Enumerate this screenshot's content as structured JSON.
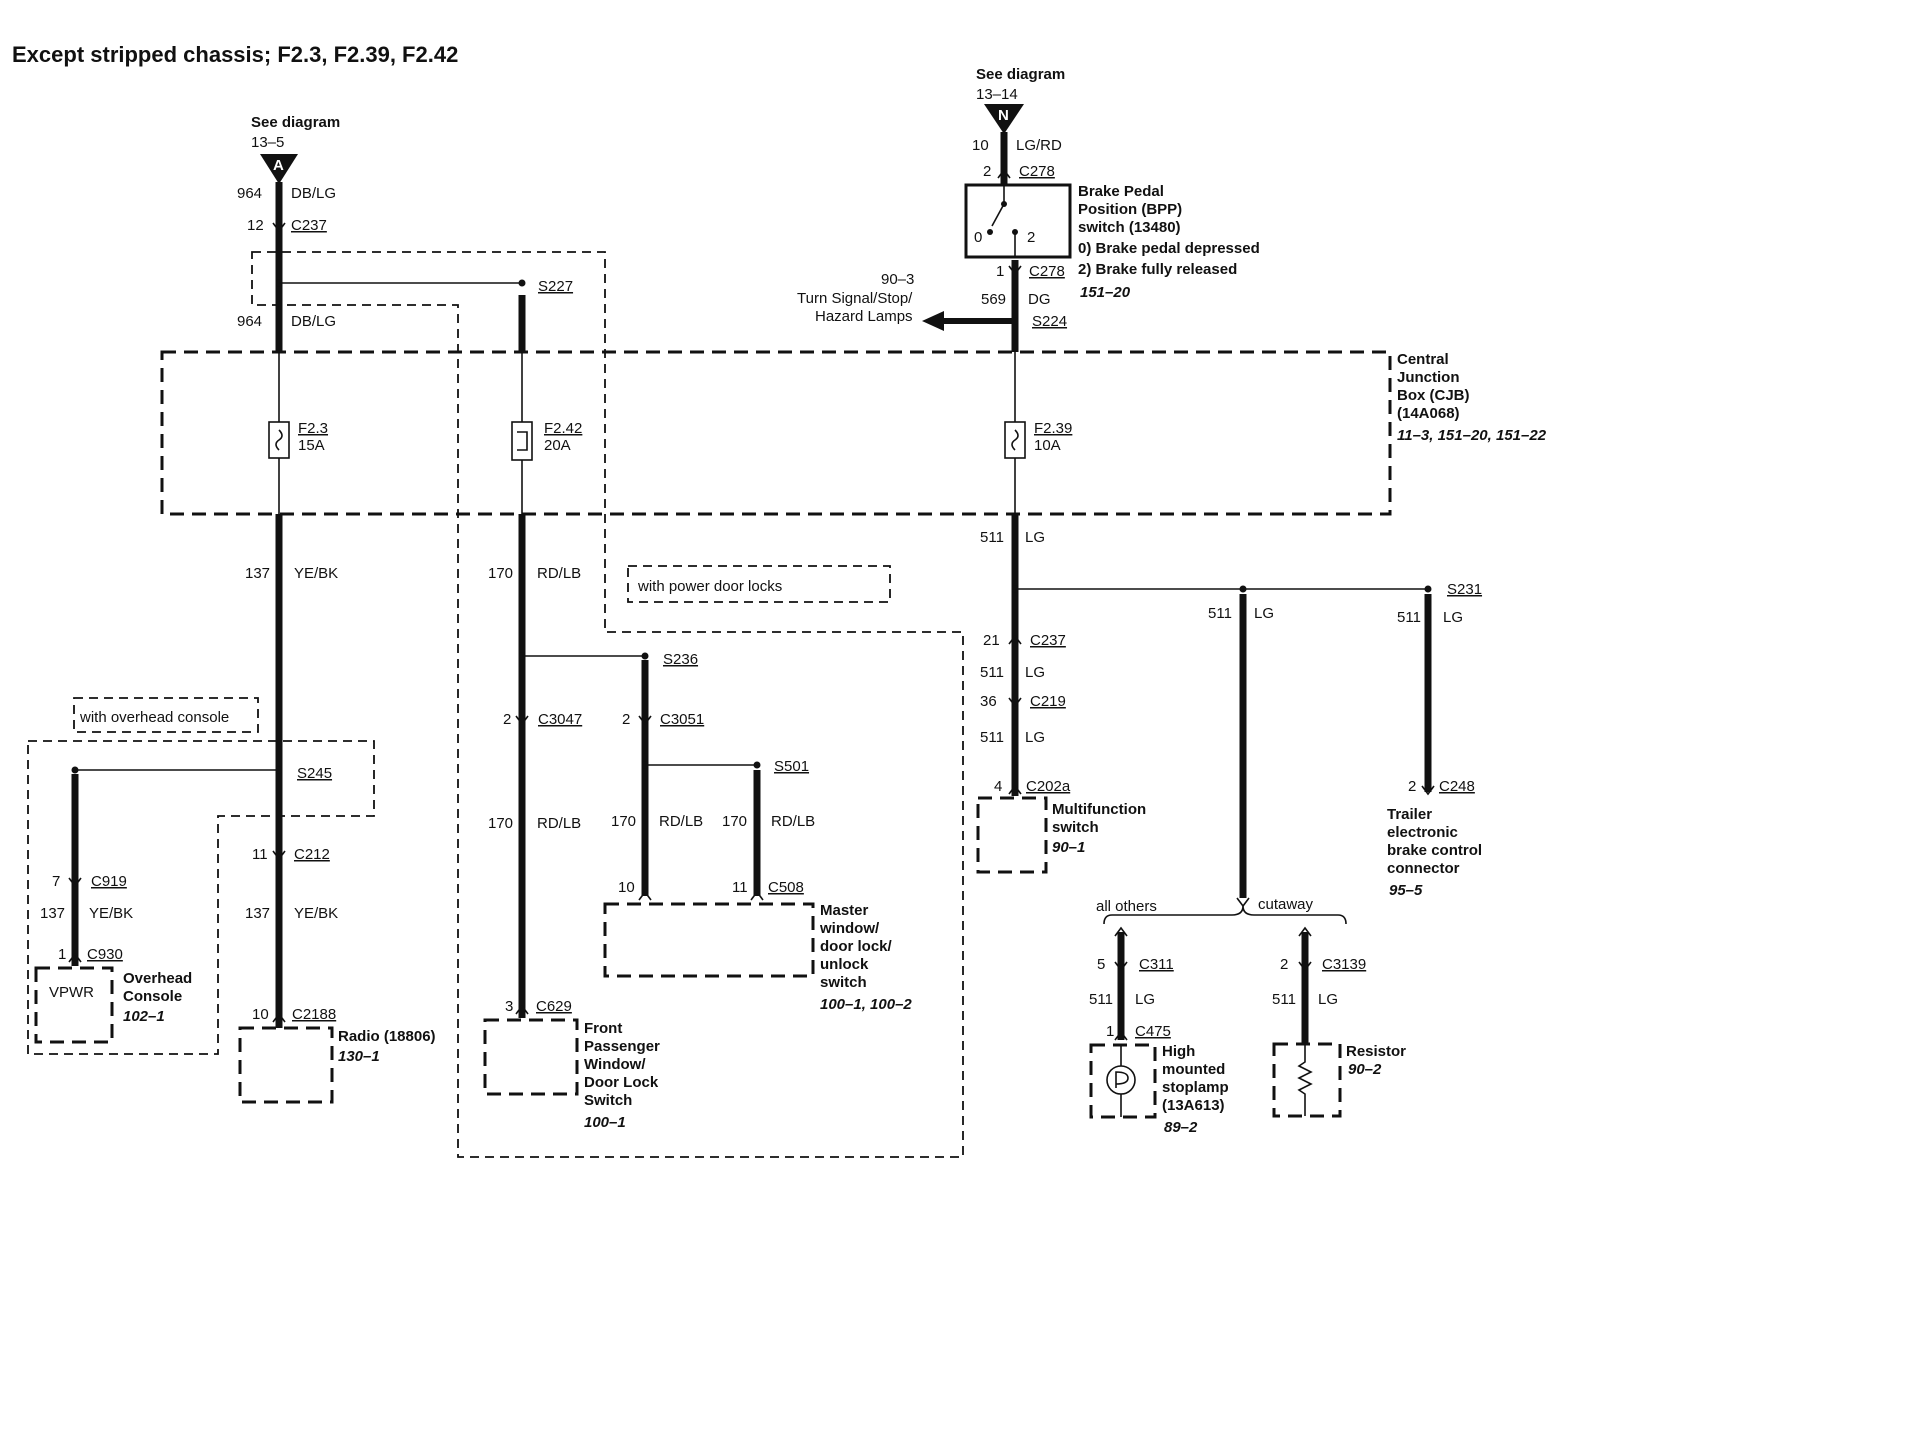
{
  "title": "Except stripped chassis; F2.3, F2.39, F2.42",
  "ref_a": {
    "see": "See diagram",
    "page": "13–5",
    "letter": "A"
  },
  "ref_n": {
    "see": "See diagram",
    "page": "13–14",
    "letter": "N"
  },
  "wire_labels": {
    "w964a_num": "964",
    "w964a_col": "DB/LG",
    "c237a_pin": "12",
    "c237a": "C237",
    "s227": "S227",
    "w964b_num": "964",
    "w964b_col": "DB/LG",
    "f23": "F2.3",
    "f23_a": "15A",
    "f242": "F2.42",
    "f242_a": "20A",
    "f239": "F2.39",
    "f239_a": "10A",
    "w137a_num": "137",
    "w137a_col": "YE/BK",
    "w170a_num": "170",
    "w170a_col": "RD/LB",
    "power_door_locks": "with power door locks",
    "overhead_console_opt": "with overhead console",
    "s245": "S245",
    "c919_pin": "7",
    "c919": "C919",
    "w137b_num": "137",
    "w137b_col": "YE/BK",
    "c930_pin": "1",
    "c930": "C930",
    "vpwr": "VPWR",
    "c212_pin": "11",
    "c212": "C212",
    "w137c_num": "137",
    "w137c_col": "YE/BK",
    "c2188_pin": "10",
    "c2188": "C2188",
    "s236": "S236",
    "c3047_pin": "2",
    "c3047": "C3047",
    "c3051_pin": "2",
    "c3051": "C3051",
    "s501": "S501",
    "w170b_num": "170",
    "w170b_col": "RD/LB",
    "w170c_num": "170",
    "w170c_col": "RD/LB",
    "w170d_num": "170",
    "w170d_col": "RD/LB",
    "c508_pin10": "10",
    "c508_pin11": "11",
    "c508": "C508",
    "c629_pin": "3",
    "c629": "C629",
    "w10_num": "10",
    "w10_col": "LG/RD",
    "c278a_pin": "2",
    "c278a": "C278",
    "bpp_pos0": "0",
    "bpp_pos2": "2",
    "c278b_pin": "1",
    "c278b": "C278",
    "w569_num": "569",
    "w569_col": "DG",
    "s224": "S224",
    "turn_ref": "90–3",
    "turn_l1": "Turn Signal/Stop/",
    "turn_l2": "Hazard Lamps",
    "w511a_num": "511",
    "w511a_col": "LG",
    "c237b_pin": "21",
    "c237b": "C237",
    "w511b_num": "511",
    "w511b_col": "LG",
    "c219_pin": "36",
    "c219": "C219",
    "w511c_num": "511",
    "w511c_col": "LG",
    "c202a_pin": "4",
    "c202a": "C202a",
    "w511d_num": "511",
    "w511d_col": "LG",
    "s231": "S231",
    "w511e_num": "511",
    "w511e_col": "LG",
    "c248_pin": "2",
    "c248": "C248",
    "all_others": "all others",
    "cutaway": "cutaway",
    "c311_pin": "5",
    "c311": "C311",
    "w511f_num": "511",
    "w511f_col": "LG",
    "c475_pin": "1",
    "c475": "C475",
    "c3139_pin": "2",
    "c3139": "C3139",
    "w511g_num": "511",
    "w511g_col": "LG"
  },
  "components": {
    "bpp": {
      "l1": "Brake Pedal",
      "l2": "Position (BPP)",
      "l3": "switch  (13480)",
      "l4": "0) Brake pedal depressed",
      "l5": "2) Brake fully released",
      "ref": "151–20"
    },
    "cjb": {
      "l1": "Central",
      "l2": "Junction",
      "l3": "Box (CJB)",
      "l4": "(14A068)",
      "ref": "11–3, 151–20, 151–22"
    },
    "overhead": {
      "l1": "Overhead",
      "l2": "Console",
      "ref": "102–1"
    },
    "radio": {
      "l1": "Radio (18806)",
      "ref": "130–1"
    },
    "front_pass": {
      "l1": "Front",
      "l2": "Passenger",
      "l3": "Window/",
      "l4": "Door Lock",
      "l5": "Switch",
      "ref": "100–1"
    },
    "master": {
      "l1": "Master",
      "l2": "window/",
      "l3": "door lock/",
      "l4": "unlock",
      "l5": "switch",
      "ref": "100–1, 100–2"
    },
    "multifunction": {
      "l1": "Multifunction",
      "l2": "switch",
      "ref": "90–1"
    },
    "trailer": {
      "l1": "Trailer",
      "l2": "electronic",
      "l3": "brake control",
      "l4": "connector",
      "ref": "95–5"
    },
    "stoplamp": {
      "l1": "High",
      "l2": "mounted",
      "l3": "stoplamp",
      "l4": "(13A613)",
      "ref": "89–2"
    },
    "resistor": {
      "l1": "Resistor",
      "ref": "90–2"
    }
  }
}
